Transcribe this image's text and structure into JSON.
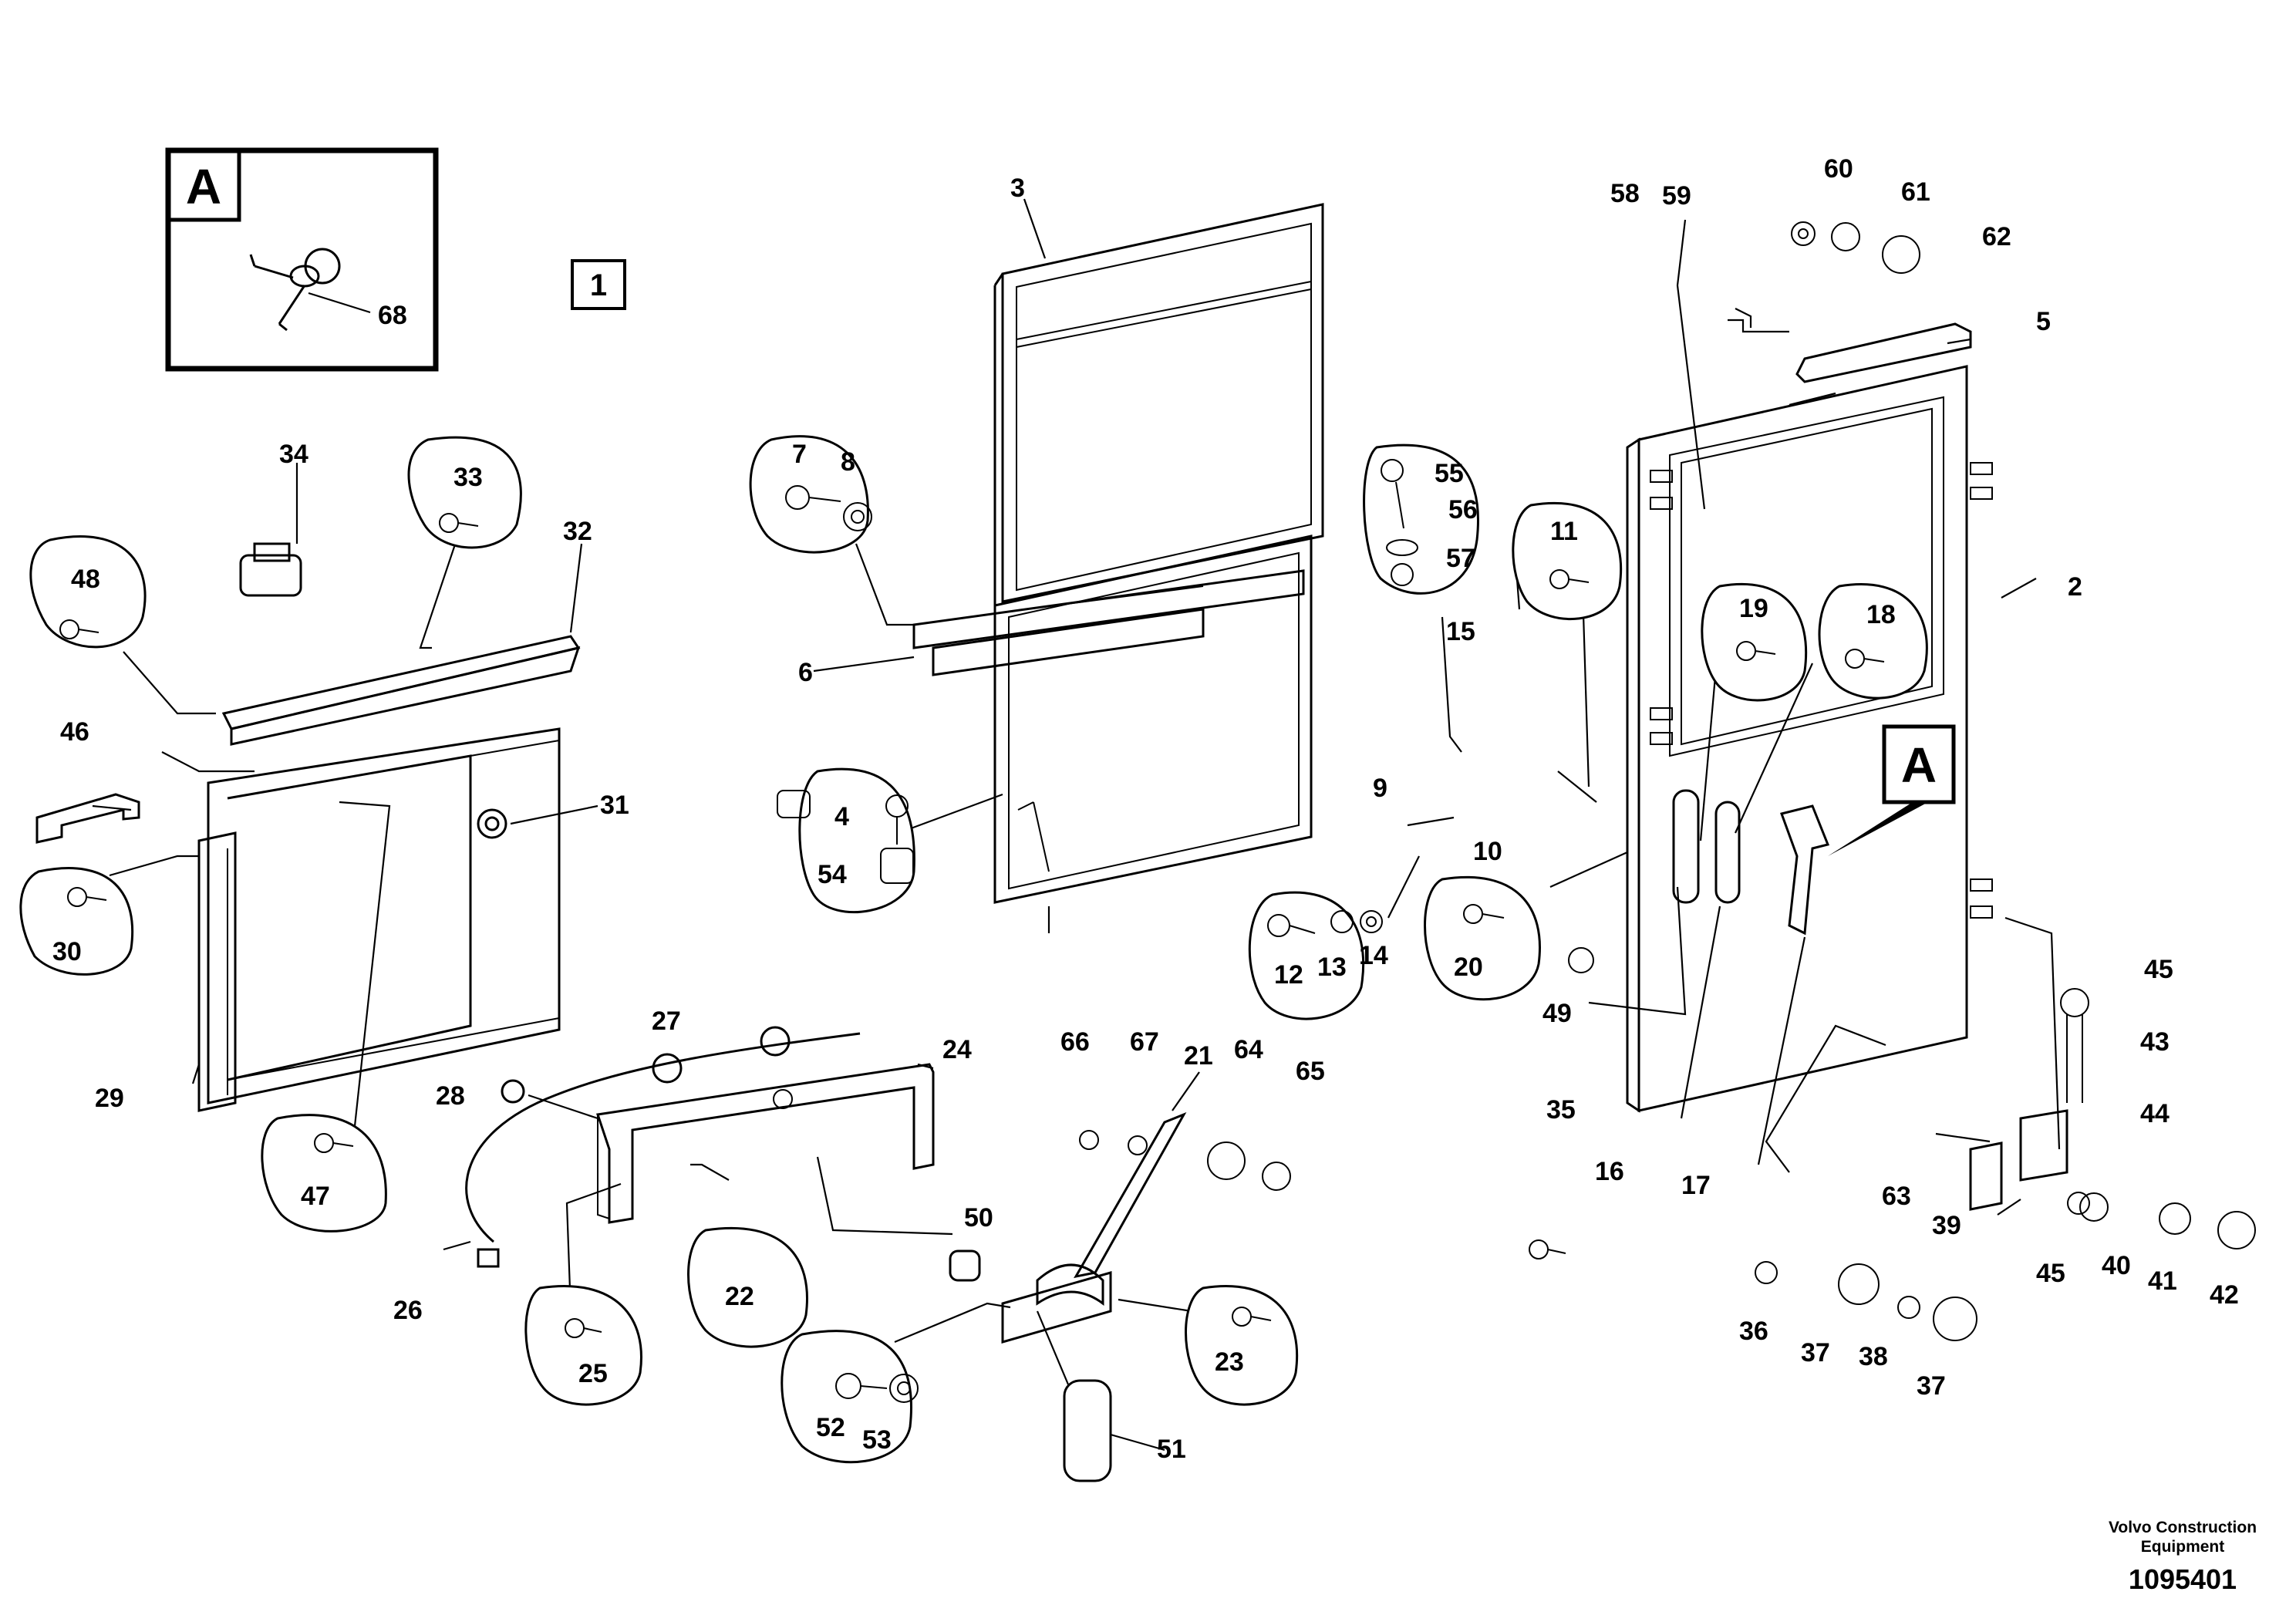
{
  "views": {
    "main_view": "1",
    "detail_view": "A",
    "detail_callout": "A"
  },
  "credit": {
    "company_line1": "Volvo Construction",
    "company_line2": "Equipment",
    "drawing_number": "1095401"
  },
  "callouts": [
    "2",
    "3",
    "4",
    "5",
    "6",
    "7",
    "8",
    "9",
    "10",
    "11",
    "12",
    "13",
    "14",
    "15",
    "16",
    "17",
    "18",
    "19",
    "20",
    "21",
    "22",
    "23",
    "24",
    "25",
    "26",
    "27",
    "28",
    "29",
    "30",
    "31",
    "32",
    "33",
    "34",
    "35",
    "36",
    "37",
    "37",
    "38",
    "39",
    "40",
    "41",
    "42",
    "43",
    "44",
    "45",
    "45",
    "46",
    "47",
    "48",
    "49",
    "50",
    "51",
    "52",
    "53",
    "54",
    "55",
    "56",
    "57",
    "58",
    "59",
    "60",
    "61",
    "62",
    "63",
    "64",
    "65",
    "66",
    "67",
    "68"
  ]
}
